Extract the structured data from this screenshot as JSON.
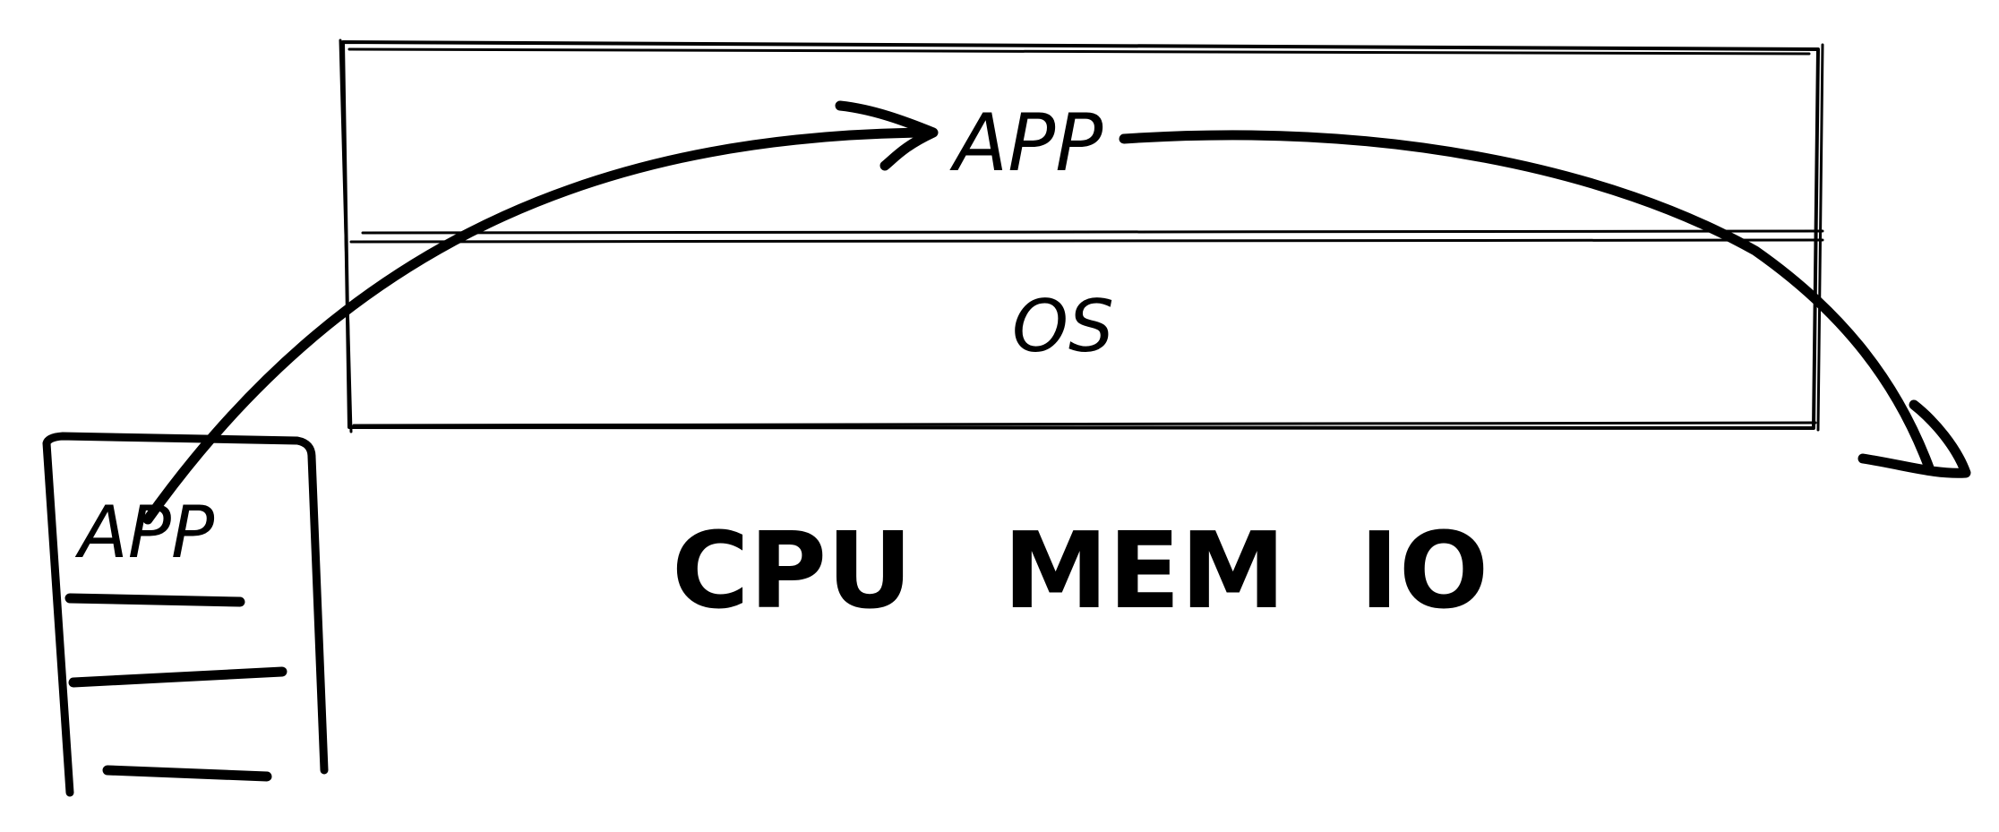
{
  "diagram": {
    "top_layer_label": "APP",
    "os_layer_label": "OS",
    "hardware": [
      "CPU",
      "MEM",
      "IO"
    ],
    "disk_file_label": "APP"
  },
  "colors": {
    "ink": "#000000",
    "background": "#ffffff"
  }
}
